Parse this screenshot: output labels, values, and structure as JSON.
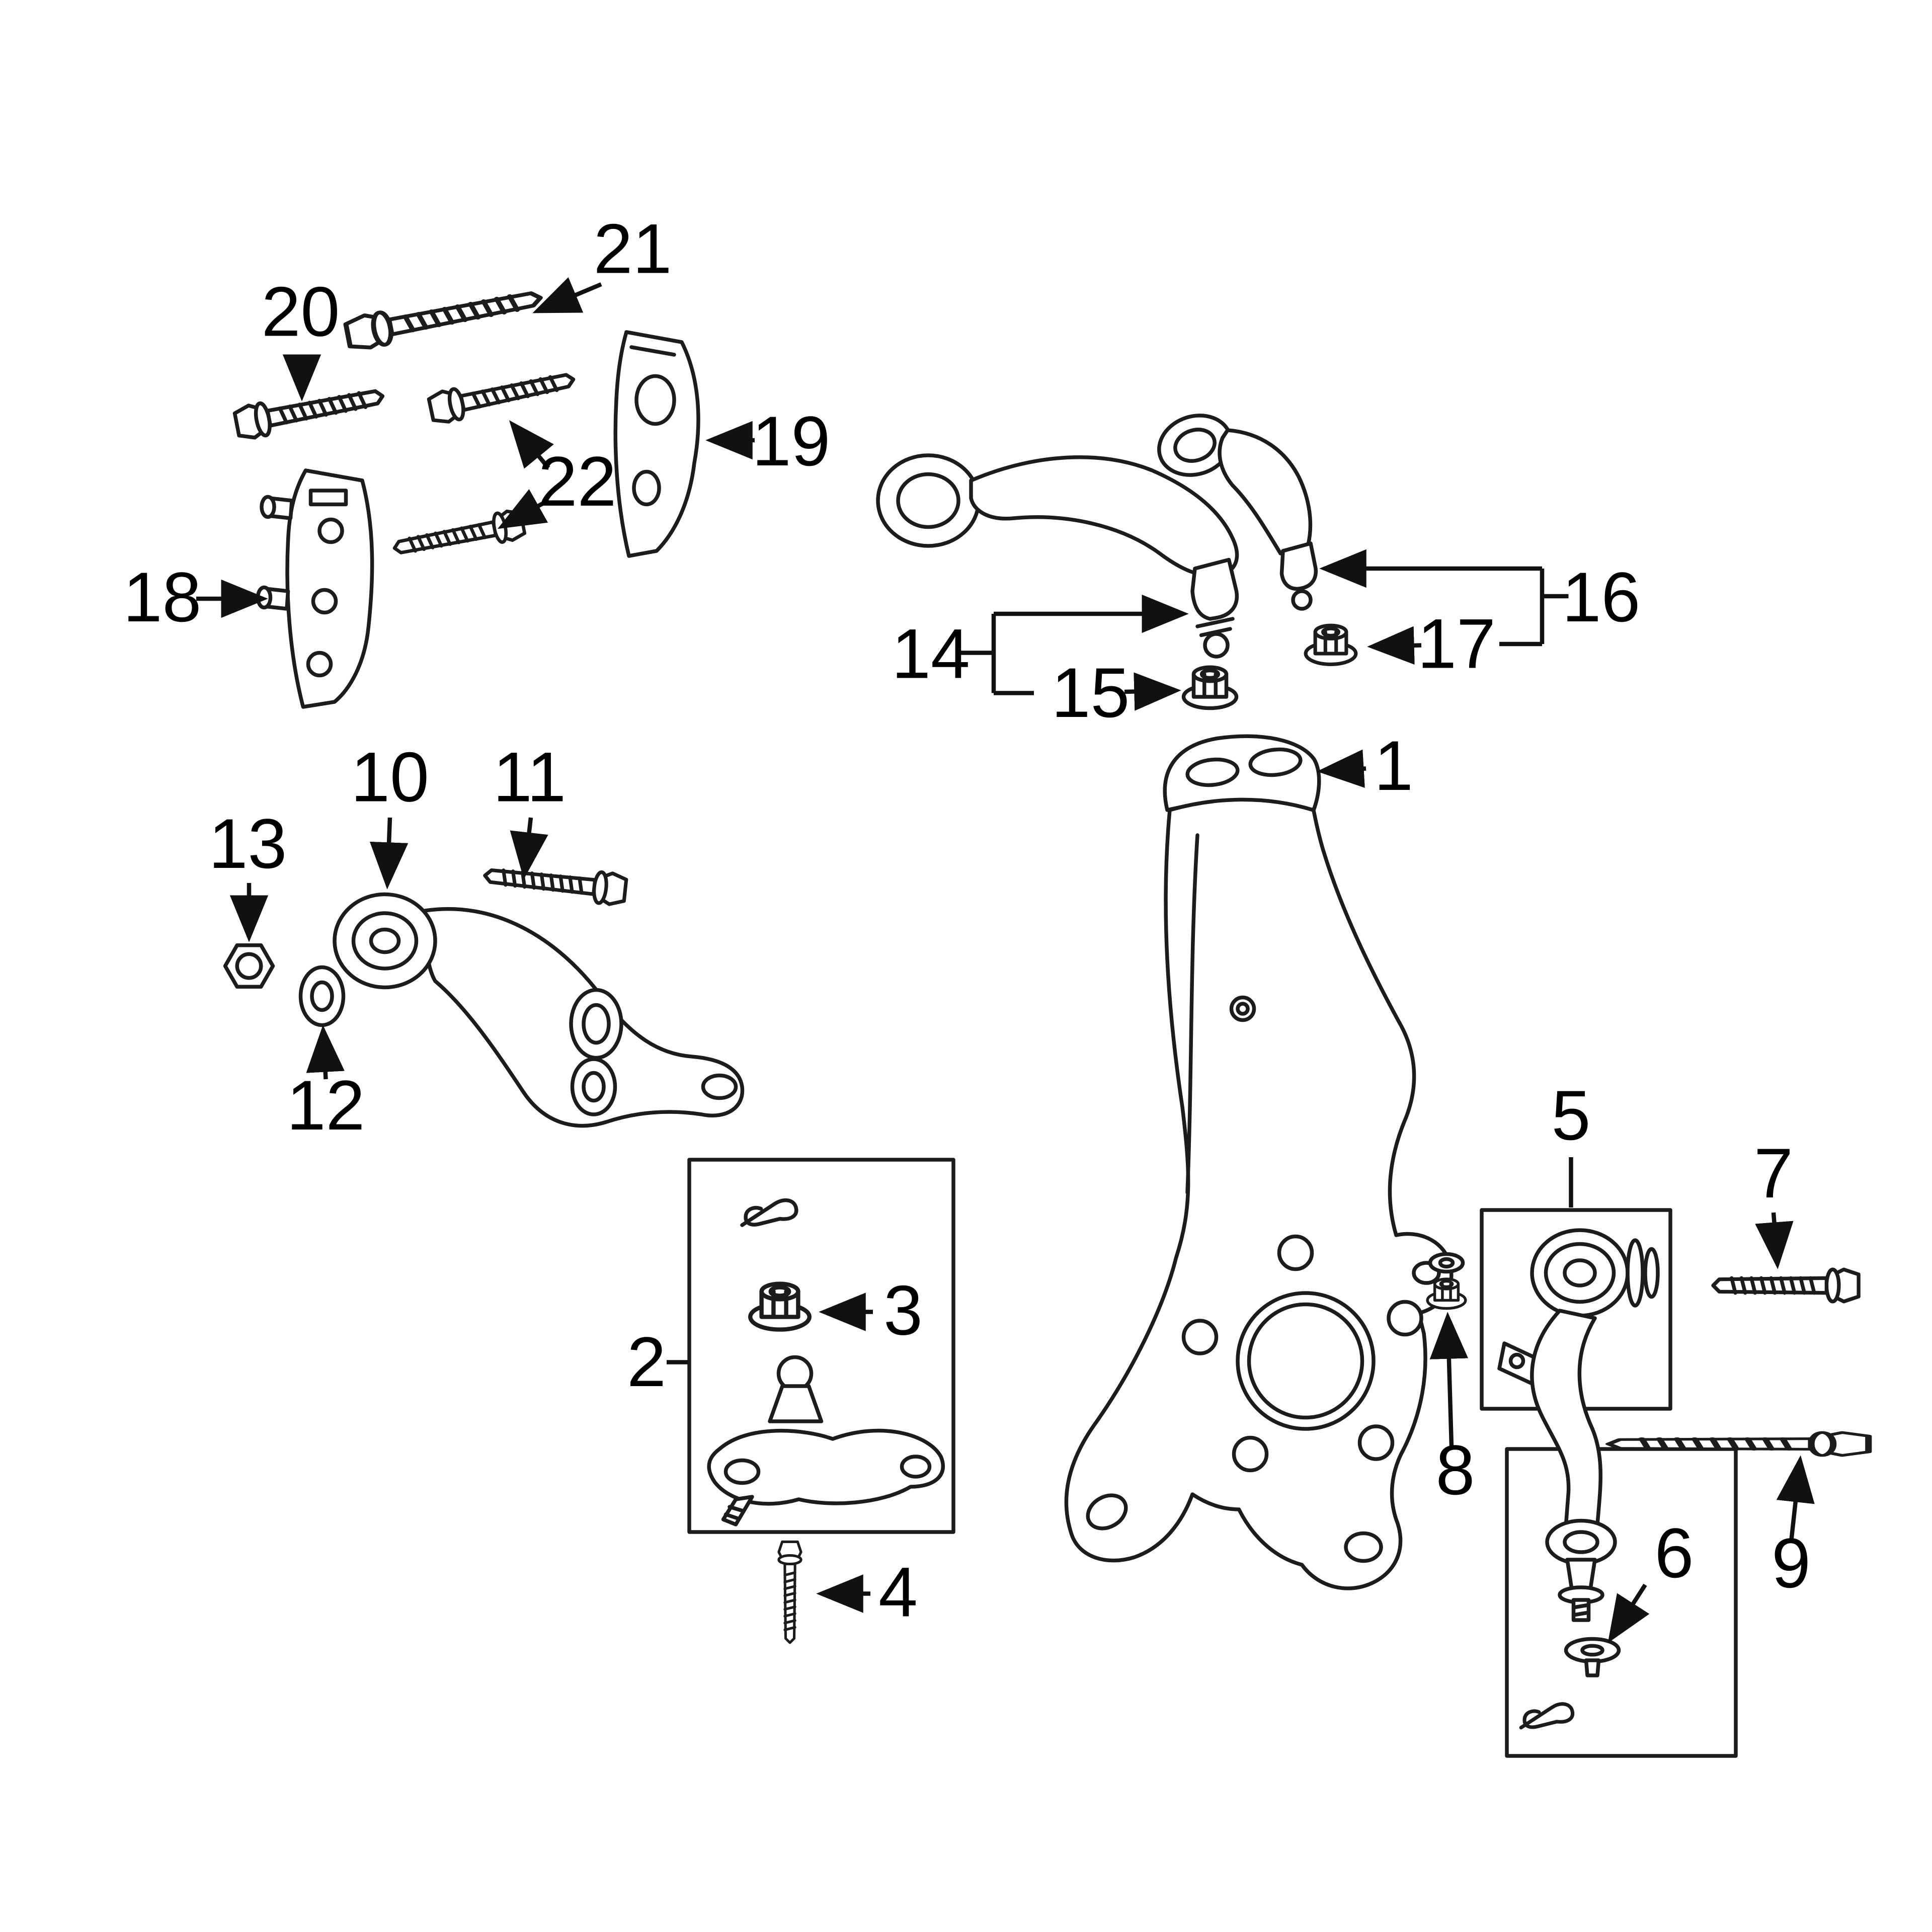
{
  "diagram": {
    "type": "exploded-parts-diagram",
    "subject": "front suspension components line-art with numbered callouts",
    "colors": {
      "background": "#ffffff",
      "line": "#1c1c1c",
      "label": "#000000"
    }
  },
  "parts": [
    {
      "num": "1"
    },
    {
      "num": "2"
    },
    {
      "num": "3"
    },
    {
      "num": "4"
    },
    {
      "num": "5"
    },
    {
      "num": "6"
    },
    {
      "num": "7"
    },
    {
      "num": "8"
    },
    {
      "num": "9"
    },
    {
      "num": "10"
    },
    {
      "num": "11"
    },
    {
      "num": "12"
    },
    {
      "num": "13"
    },
    {
      "num": "14"
    },
    {
      "num": "15"
    },
    {
      "num": "16"
    },
    {
      "num": "17"
    },
    {
      "num": "18"
    },
    {
      "num": "19"
    },
    {
      "num": "20"
    },
    {
      "num": "21"
    },
    {
      "num": "22"
    }
  ]
}
